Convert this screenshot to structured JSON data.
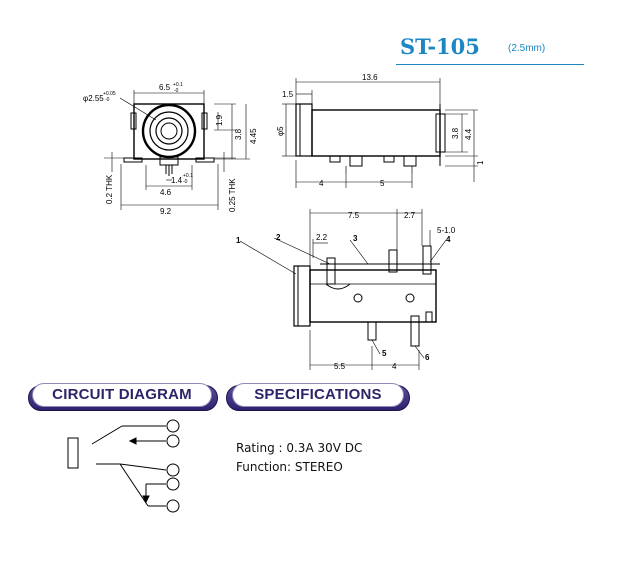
{
  "title": {
    "model": "ST-105",
    "size": "(2.5mm)"
  },
  "front_view": {
    "dims": [
      "φ2.55",
      "+0.05",
      "-0",
      "6.5",
      "+0.1",
      "-0",
      "1.9",
      "3.8",
      "4.45",
      "4.6",
      "1.4",
      "+0.1",
      "-0",
      "0.2 THK",
      "9.2",
      "0.25 THK"
    ]
  },
  "side_view": {
    "dims": [
      "13.6",
      "1.5",
      "φ5",
      "3.8",
      "4.4",
      "4",
      "5",
      "1"
    ]
  },
  "bottom_view": {
    "dims": [
      "7.5",
      "2.7",
      "2.2",
      "5-1.0",
      "5.5",
      "4"
    ],
    "pins": [
      "1",
      "2",
      "3",
      "4",
      "5",
      "6"
    ]
  },
  "sections": {
    "circuit": "CIRCUIT DIAGRAM",
    "specs": "SPECIFICATIONS"
  },
  "specifications": {
    "rating": "Rating : 0.3A 30V DC",
    "function": "Function: STEREO"
  },
  "colors": {
    "title": "#1d87c4",
    "pill": "#2c2270"
  }
}
